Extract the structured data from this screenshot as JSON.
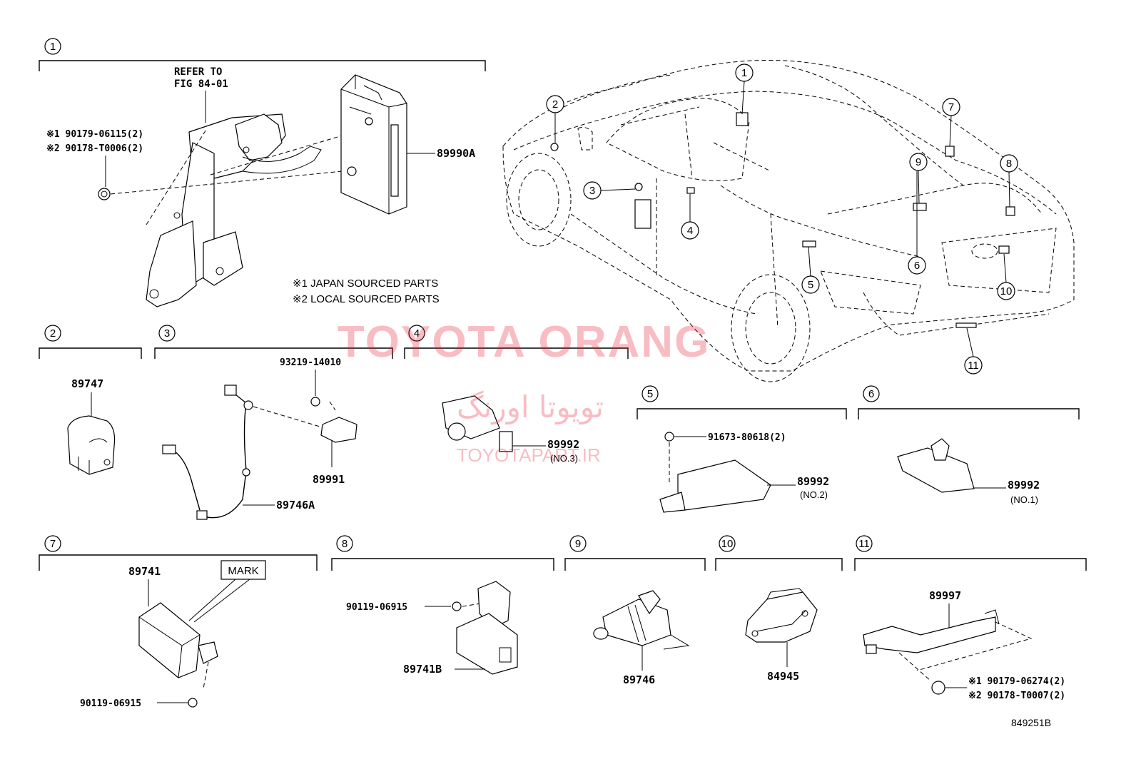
{
  "diagram_code": "849251B",
  "watermark": {
    "brand": "TOYOTA ORANG",
    "persian": "تویوتا اورنگ",
    "site": "TOYOTAPART.IR"
  },
  "groups": [
    {
      "no": "1"
    },
    {
      "no": "2"
    },
    {
      "no": "3"
    },
    {
      "no": "4"
    },
    {
      "no": "5"
    },
    {
      "no": "6"
    },
    {
      "no": "7"
    },
    {
      "no": "8"
    },
    {
      "no": "9"
    },
    {
      "no": "10"
    },
    {
      "no": "11"
    }
  ],
  "group1": {
    "refer_line1": "REFER TO",
    "refer_line2": "FIG 84-01",
    "fastener_a": "※1 90179-06115(2)",
    "fastener_b": "※2 90178-T0006(2)",
    "part": "89990A",
    "note1": "※1 JAPAN SOURCED PARTS",
    "note2": "※2 LOCAL SOURCED PARTS"
  },
  "group2": {
    "part": "89747"
  },
  "group3": {
    "bolt": "93219-14010",
    "part_a": "89991",
    "part_b": "89746A"
  },
  "group4": {
    "part": "89992",
    "sub": "(NO.3)"
  },
  "group5": {
    "bolt": "91673-80618(2)",
    "part": "89992",
    "sub": "(NO.2)"
  },
  "group6": {
    "part": "89992",
    "sub": "(NO.1)"
  },
  "group7": {
    "part": "89741",
    "mark": "MARK",
    "bolt": "90119-06915"
  },
  "group8": {
    "bolt": "90119-06915",
    "part": "89741B"
  },
  "group9": {
    "part": "89746"
  },
  "group10": {
    "part": "84945"
  },
  "group11": {
    "part": "89997",
    "fastener_a": "※1 90179-06274(2)",
    "fastener_b": "※2 90178-T0007(2)"
  },
  "car_callouts": [
    "1",
    "2",
    "3",
    "4",
    "5",
    "6",
    "7",
    "8",
    "9",
    "10",
    "11"
  ]
}
